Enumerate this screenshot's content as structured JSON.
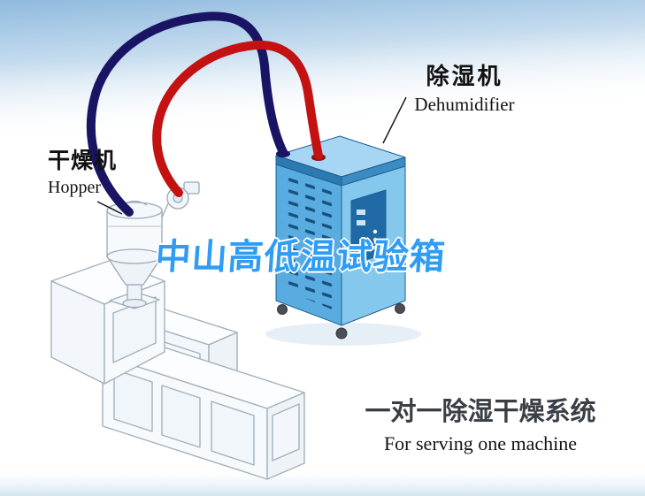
{
  "watermark": {
    "text": "中山高低温试验箱"
  },
  "labels": {
    "hopper": {
      "cn": "干燥机",
      "en": "Hopper"
    },
    "dehumidifier": {
      "cn": "除湿机",
      "en": "Dehumidifier"
    },
    "system": {
      "cn": "一对一除湿干燥系统",
      "en": "For serving one machine"
    }
  },
  "colors": {
    "pipe_red": "#c41111",
    "pipe_navy": "#1a1464",
    "machine_blue": "#58ace0",
    "machine_blue_light": "#85c8ee",
    "watermark_blue": "#2f9df5",
    "sky_blue": "#8fbade"
  }
}
